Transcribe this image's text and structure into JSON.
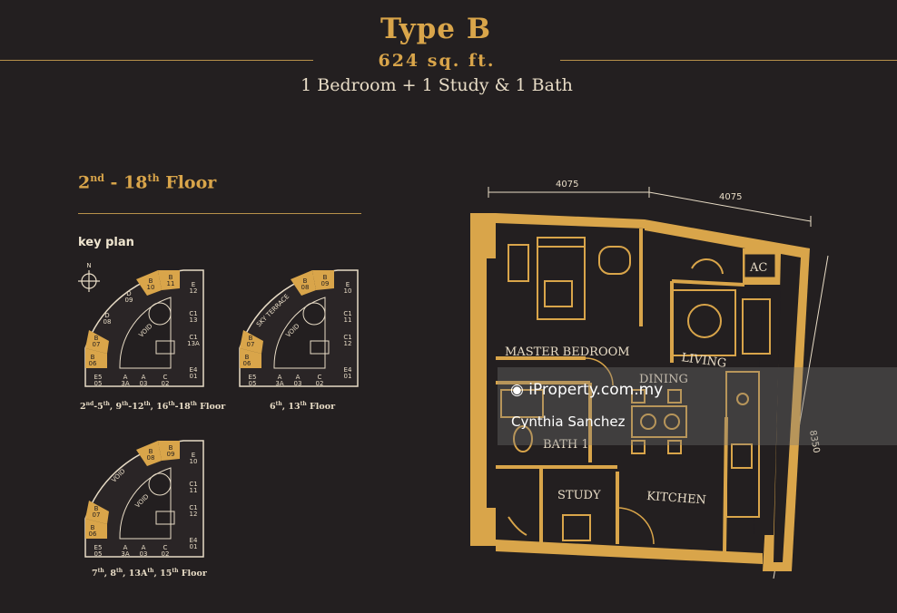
{
  "header": {
    "title": "Type B",
    "area": "624 sq. ft.",
    "config": "1 Bedroom + 1 Study & 1 Bath"
  },
  "floor_heading": {
    "prefix": "2",
    "sup1": "nd",
    "mid": " - 18",
    "sup2": "th",
    "suffix": " Floor"
  },
  "key_plan_label": "key plan",
  "key_plans": [
    {
      "caption_parts": [
        "2",
        "nd",
        "-5",
        "th",
        ", 9",
        "th",
        "-12",
        "th",
        ", 16",
        "th",
        "-18",
        "th",
        " Floor"
      ]
    },
    {
      "caption_parts": [
        "6",
        "th",
        ", 13",
        "th",
        " Floor"
      ]
    },
    {
      "caption_parts": [
        "7",
        "th",
        ", 8",
        "th",
        ", 13A",
        "th",
        ", 15",
        "th",
        " Floor"
      ]
    }
  ],
  "key_plan_units": {
    "b06": [
      "B",
      "06"
    ],
    "b07": [
      "B",
      "07"
    ],
    "d08": [
      "D",
      "08"
    ],
    "d09": [
      "D",
      "09"
    ],
    "b10": [
      "B",
      "10"
    ],
    "b11": [
      "B",
      "11"
    ],
    "e12": [
      "E",
      "12"
    ],
    "c13": [
      "C1",
      "13"
    ],
    "c13a": [
      "C1",
      "13A"
    ],
    "e401": [
      "E4",
      "01"
    ],
    "c02": [
      "C",
      "02"
    ],
    "a03": [
      "A",
      "03"
    ],
    "a3a": [
      "A",
      "3A"
    ],
    "e505": [
      "E5",
      "05"
    ],
    "void": "VOID",
    "north": "N",
    "sky_terrace": "SKY TERRACE",
    "b08": [
      "B",
      "08"
    ],
    "b09": [
      "B",
      "09"
    ],
    "e10": [
      "E",
      "10"
    ],
    "c11": [
      "C1",
      "11"
    ],
    "c12": [
      "C1",
      "12"
    ]
  },
  "floorplan": {
    "dim_top_left": "4075",
    "dim_top_right": "4075",
    "dim_right": "8350",
    "rooms": {
      "master_bedroom": "MASTER BEDROOM",
      "living": "LIVING",
      "dining": "DINING",
      "bath": "BATH 1",
      "study": "STUDY",
      "kitchen": "KITCHEN",
      "ac": "AC"
    }
  },
  "watermark": {
    "logo": "iProperty.com.my",
    "name": "Cynthia Sanchez"
  },
  "colors": {
    "background": "#231f20",
    "gold": "#d9a54a",
    "text": "#e8dcc6"
  }
}
